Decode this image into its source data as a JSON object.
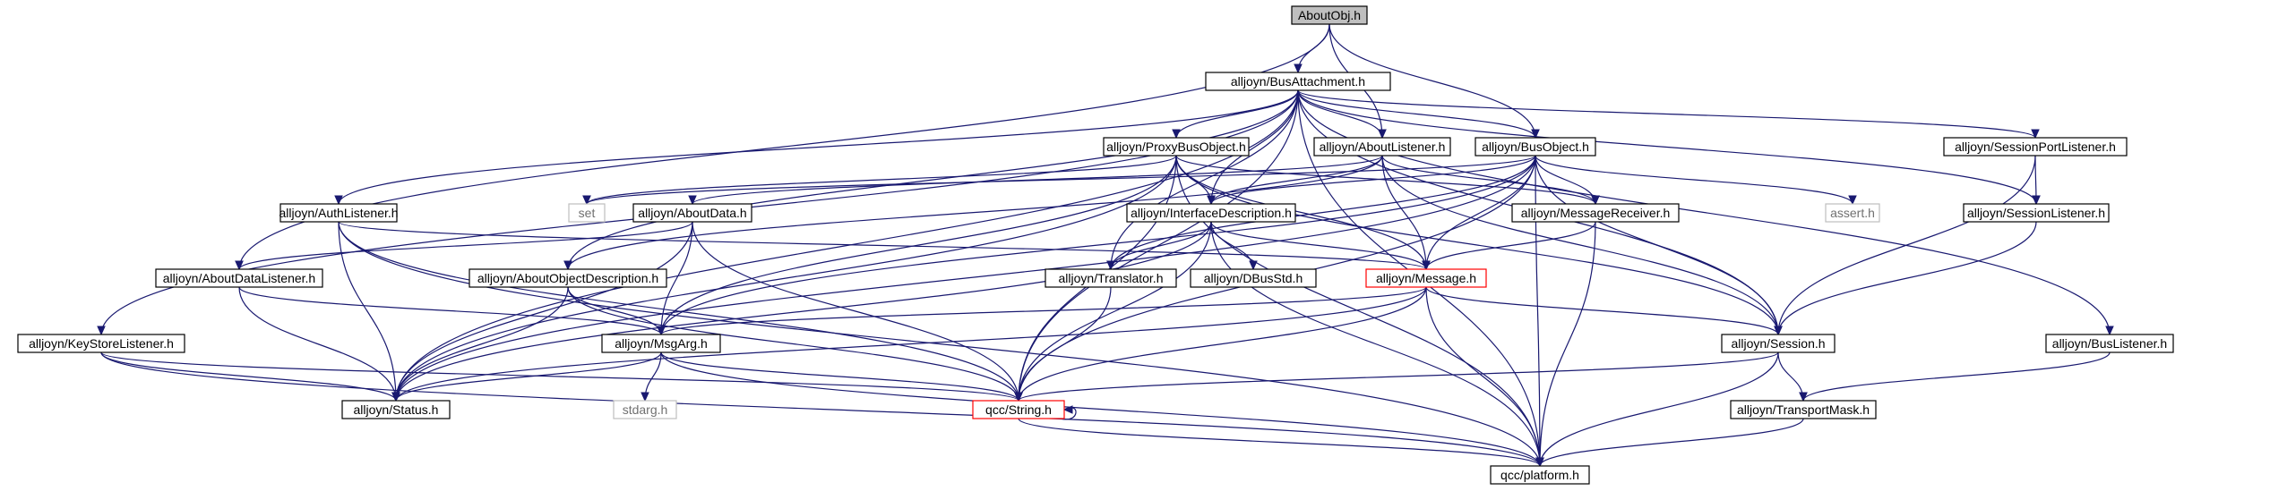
{
  "nodes": {
    "aboutobj": "AboutObj.h",
    "busattachment": "alljoyn/BusAttachment.h",
    "proxybusobject": "alljoyn/ProxyBusObject.h",
    "aboutlistener": "alljoyn/AboutListener.h",
    "busobject": "alljoyn/BusObject.h",
    "sessionportlistener": "alljoyn/SessionPortListener.h",
    "authlistener": "alljoyn/AuthListener.h",
    "set": "set",
    "aboutdata": "alljoyn/AboutData.h",
    "interfacedescription": "alljoyn/InterfaceDescription.h",
    "messagereceiver": "alljoyn/MessageReceiver.h",
    "assert": "assert.h",
    "sessionlistener": "alljoyn/SessionListener.h",
    "aboutdatalistener": "alljoyn/AboutDataListener.h",
    "aboutobjectdescription": "alljoyn/AboutObjectDescription.h",
    "translator": "alljoyn/Translator.h",
    "dbusstd": "alljoyn/DBusStd.h",
    "message": "alljoyn/Message.h",
    "keystorelistener": "alljoyn/KeyStoreListener.h",
    "msgarg": "alljoyn/MsgArg.h",
    "session": "alljoyn/Session.h",
    "buslistener": "alljoyn/BusListener.h",
    "status": "alljoyn/Status.h",
    "stdarg": "stdarg.h",
    "string": "qcc/String.h",
    "transportmask": "alljoyn/TransportMask.h",
    "platform": "qcc/platform.h"
  },
  "colors": {
    "edge": "#191970",
    "root_fill": "#bfbfbf",
    "node_border": "#000000",
    "truncated_border": "#ff0000",
    "system_header_border": "#bfbfbf"
  }
}
